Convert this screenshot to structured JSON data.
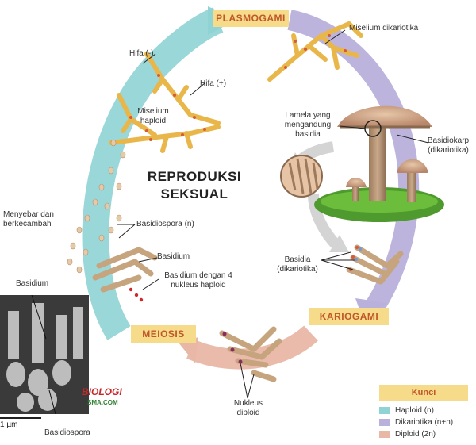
{
  "title": {
    "line1": "REPRODUKSI",
    "line2": "SEKSUAL"
  },
  "stages": {
    "plasmogami": "PLASMOGAMI",
    "kariogami": "KARIOGAMI",
    "meiosis": "MEIOSIS"
  },
  "labels": {
    "hifa_minus": "Hifa (-)",
    "hifa_plus": "Hifa (+)",
    "miselium_haploid_1": "Miselium",
    "miselium_haploid_2": "haploid",
    "miselium_dikariotika": "Miselium dikariotika",
    "lamela_1": "Lamela yang",
    "lamela_2": "mengandung",
    "lamela_3": "basidia",
    "basidiokarp_1": "Basidiokarp",
    "basidiokarp_2": "(dikariotika)",
    "menyebar_1": "Menyebar dan",
    "menyebar_2": "berkecambah",
    "basidiospora_n": "Basidiospora (n)",
    "basidium": "Basidium",
    "basidium_4_1": "Basidium dengan 4",
    "basidium_4_2": "nukleus haploid",
    "basidia_1": "Basidia",
    "basidia_2": "(dikariotika)",
    "nukleus_1": "Nukleus",
    "nukleus_2": "diploid",
    "photo_basidium": "Basidium",
    "photo_basidiospora": "Basidiospora",
    "scale": "1 µm"
  },
  "watermark": {
    "line1": "BIOLOGI",
    "line2": "SMA.COM"
  },
  "key": {
    "title": "Kunci",
    "items": [
      {
        "label": "Haploid (n)",
        "color": "#8fd3d5"
      },
      {
        "label": "Dikariotika (n+n)",
        "color": "#b9b0dc"
      },
      {
        "label": "Diploid (2n)",
        "color": "#e9b7a6"
      }
    ]
  },
  "colors": {
    "haploid": "#8fd3d5",
    "dikariotika": "#b9b0dc",
    "diploid": "#e9b7a6",
    "stage_bg": "#f6dc8a",
    "stage_text": "#c0572a"
  }
}
